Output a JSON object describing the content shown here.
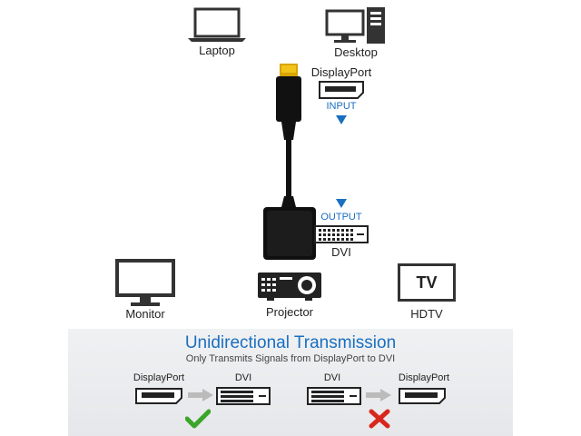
{
  "devices": {
    "laptop": "Laptop",
    "desktop": "Desktop",
    "monitor": "Monitor",
    "projector": "Projector",
    "hdtv": "HDTV",
    "tv_screen": "TV"
  },
  "adapter": {
    "input_port": "DisplayPort",
    "input_label": "INPUT",
    "output_label": "OUTPUT",
    "output_port": "DVI"
  },
  "banner": {
    "title": "Unidirectional Transmission",
    "subtitle": "Only Transmits Signals from DisplayPort to DVI"
  },
  "examples": [
    {
      "from": "DisplayPort",
      "to": "DVI",
      "status": "check"
    },
    {
      "from": "DVI",
      "to": "DisplayPort",
      "status": "cross"
    }
  ],
  "colors": {
    "accent": "#1a6fc0",
    "ok": "#3aa52a",
    "bad": "#d9261c"
  }
}
